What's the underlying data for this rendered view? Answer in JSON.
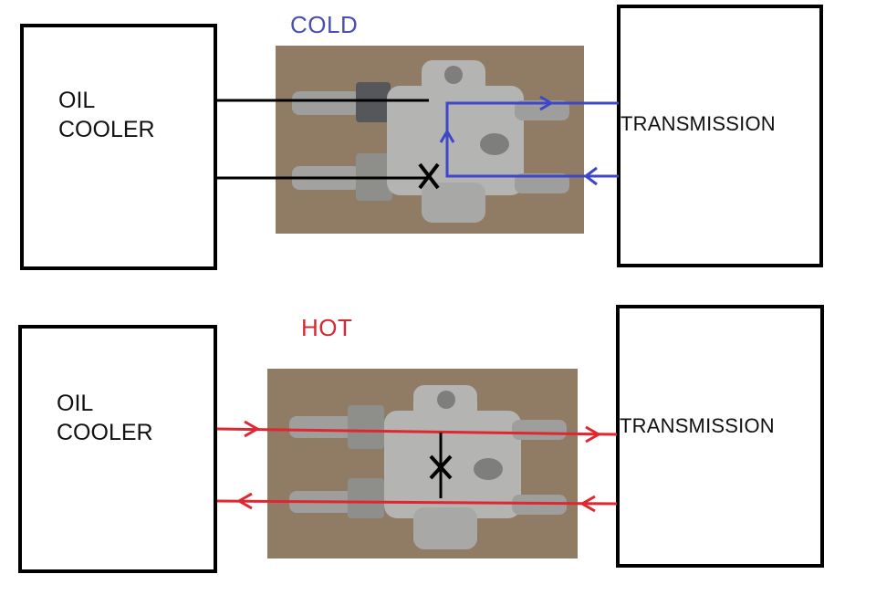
{
  "cold": {
    "title": "COLD",
    "title_color": "#4a4fb0",
    "flow_color": "#4046c8",
    "oil_cooler_label": "OIL\nCOOLER",
    "transmission_label": "TRANSMISSION",
    "blocked_marker": "X"
  },
  "hot": {
    "title": "HOT",
    "title_color": "#d42a35",
    "flow_color": "#e02630",
    "oil_cooler_label": "OIL\nCOOLER",
    "transmission_label": "TRANSMISSION",
    "blocked_marker": "X"
  },
  "photo_colors": {
    "background": "#8a7560",
    "metal": "#b4b4b2",
    "metal_dark": "#7e7e7c",
    "nut": "#55575a"
  }
}
